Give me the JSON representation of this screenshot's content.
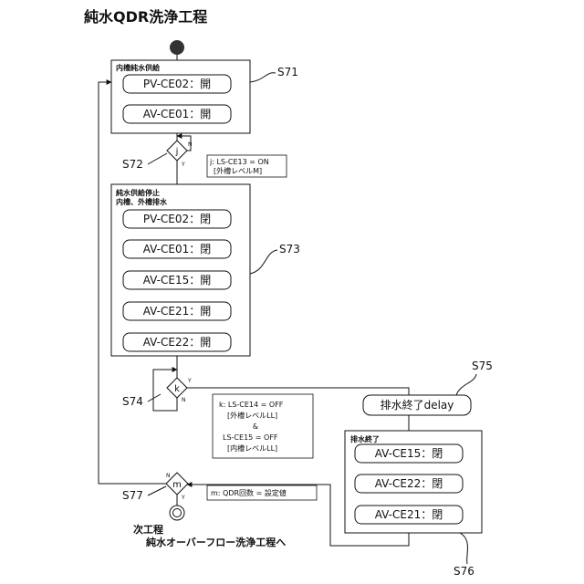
{
  "title": "純水QDR洗浄工程",
  "blocks": {
    "s71": {
      "header": "内槽純水供給",
      "steps": [
        "PV-CE02：開",
        "AV-CE01：開"
      ],
      "label": "S71"
    },
    "s72": {
      "decision": "j",
      "label": "S72",
      "yes": "Y",
      "no": "N",
      "note": [
        "j: LS-CE13 = ON",
        "[外槽レベルM]"
      ]
    },
    "s73": {
      "header": [
        "純水供給停止",
        "内槽、外槽排水"
      ],
      "steps": [
        "PV-CE02：閉",
        "AV-CE01：閉",
        "AV-CE15：開",
        "AV-CE21：開",
        "AV-CE22：開"
      ],
      "label": "S73"
    },
    "s74": {
      "decision": "k",
      "label": "S74",
      "yes": "Y",
      "no": "N",
      "note": [
        "k: LS-CE14 = OFF",
        "[外槽レベルLL]",
        "&",
        "LS-CE15 = OFF",
        "[内槽レベルLL]"
      ]
    },
    "s75": {
      "delay": "排水終了delay",
      "label": "S75"
    },
    "s76": {
      "header": "排水終了",
      "steps": [
        "AV-CE15：閉",
        "AV-CE22：閉",
        "AV-CE21：閉"
      ],
      "label": "S76"
    },
    "s77": {
      "decision": "m",
      "label": "S77",
      "yes": "Y",
      "no": "N",
      "note": [
        "m: QDR回数 = 設定値"
      ]
    },
    "next": [
      "次工程",
      "純水オーバーフロー洗浄工程へ"
    ]
  }
}
